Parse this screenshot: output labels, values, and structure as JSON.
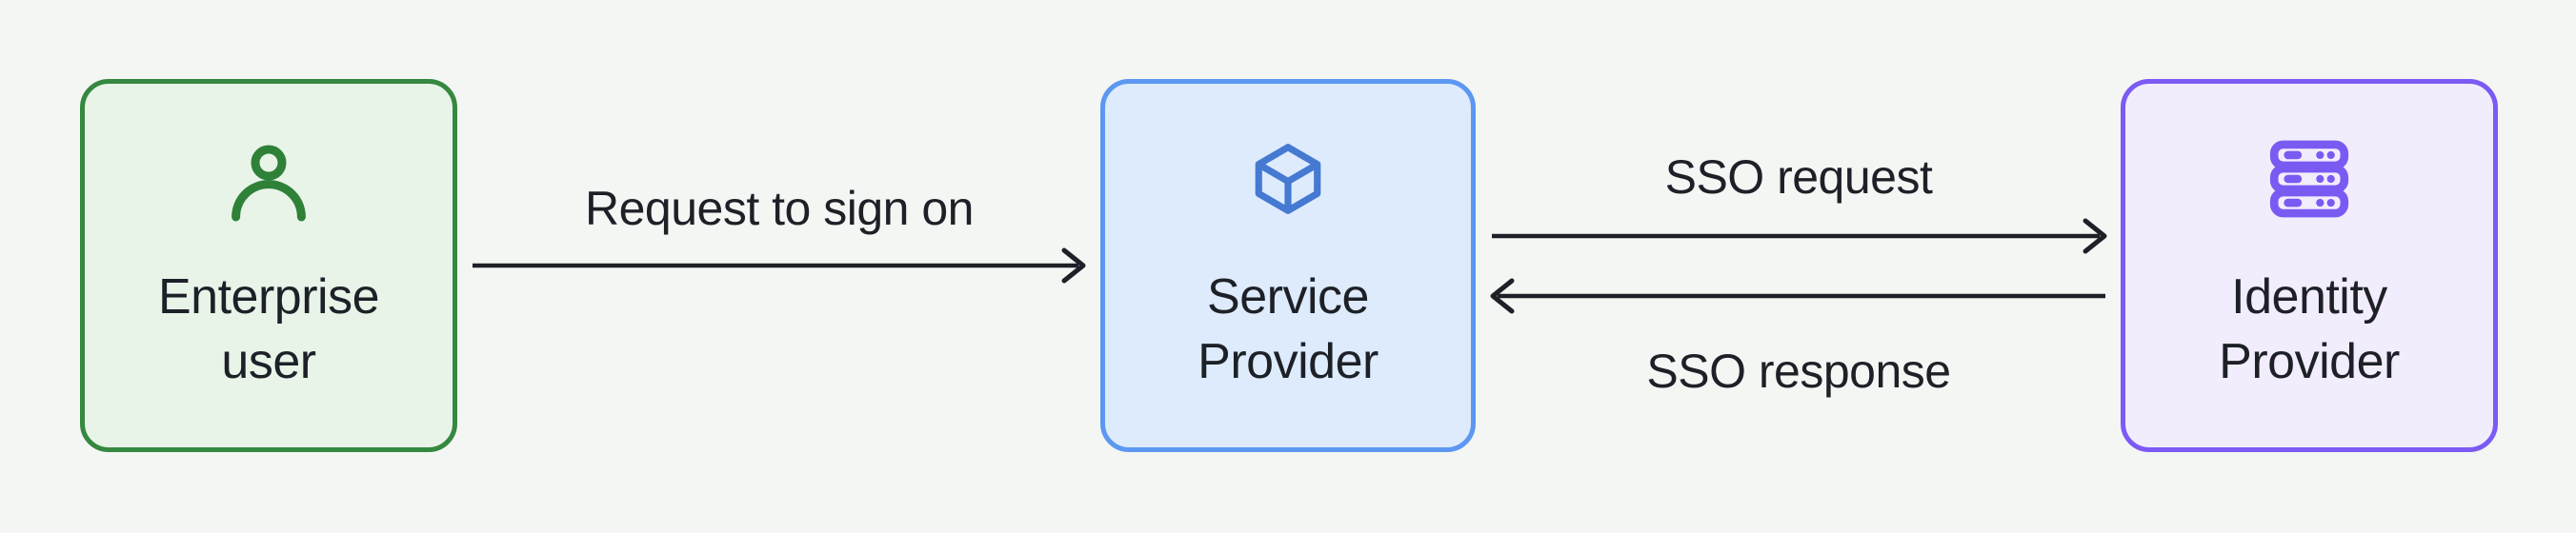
{
  "diagram": {
    "background": "#f4f6f4",
    "text_color": "#1d2127",
    "arrow_color": "#1d2127",
    "nodes": [
      {
        "id": "enterprise-user",
        "label": "Enterprise user",
        "lines": [
          "Enterprise",
          "user"
        ],
        "icon": "user-icon",
        "colors": {
          "border": "#35883f",
          "fill": "#e9f4e9",
          "icon": "#2e8137"
        }
      },
      {
        "id": "service-provider",
        "label": "Service Provider",
        "lines": [
          "Service",
          "Provider"
        ],
        "icon": "cube-icon",
        "colors": {
          "border": "#5c98f1",
          "fill": "#ddebfc",
          "icon": "#4579d2"
        }
      },
      {
        "id": "identity-provider",
        "label": "Identity Provider",
        "lines": [
          "Identity",
          "Provider"
        ],
        "icon": "server-stack-icon",
        "colors": {
          "border": "#7c5af4",
          "fill": "#f2edfc",
          "icon": "#7a5bf2"
        }
      }
    ],
    "edges": [
      {
        "from": "enterprise-user",
        "to": "service-provider",
        "label": "Request to sign on",
        "direction": "right"
      },
      {
        "from": "service-provider",
        "to": "identity-provider",
        "label": "SSO request",
        "direction": "right"
      },
      {
        "from": "identity-provider",
        "to": "service-provider",
        "label": "SSO response",
        "direction": "left"
      }
    ]
  }
}
